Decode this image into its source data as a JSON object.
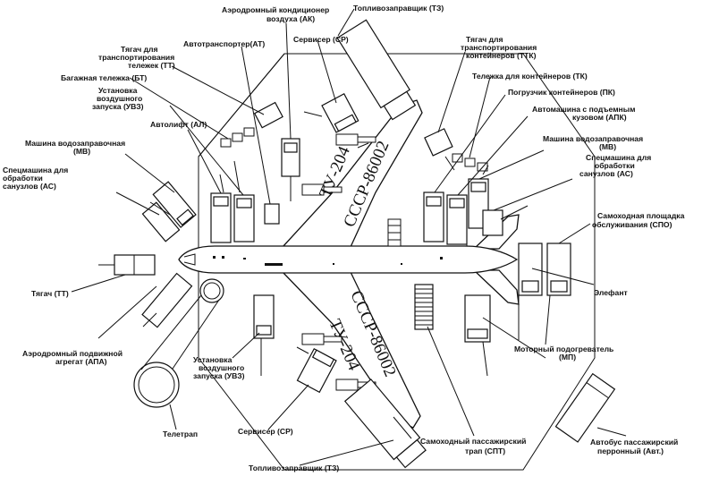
{
  "aircraft": {
    "registration_top": "СССР-86002",
    "registration_bottom": "СССР-86002",
    "model_top": "ТУ-204",
    "model_bottom": "ТУ-204"
  },
  "labels": {
    "tz_top_1": "Топливозаправщик (ТЗ)",
    "ak_1": "Аэродромный кондиционер",
    "ak_2": "воздуха (АК)",
    "sr_top": "Сервисер (СР)",
    "at": "Автотранспортер(АТ)",
    "tt_top_1": "Тягач для",
    "tt_top_2": "транспортирования",
    "tt_top_3": "тележек (ТТ)",
    "bt": "Багажная тележка (БТ)",
    "uvz_top_1": "Установка",
    "uvz_top_2": "воздушного",
    "uvz_top_3": "запуска (УВЗ)",
    "al": "Автолифт (АЛ)",
    "mv_left_1": "Машина водозаправочная",
    "mv_left_2": "(МВ)",
    "as_left_1": "Спецмашина для",
    "as_left_2": "обработки",
    "as_left_3": "санузлов (АС)",
    "ttk_1": "Тягач для",
    "ttk_2": "транспортирования",
    "ttk_3": "контейнеров (ТТК)",
    "tk": "Тележка для контейнеров (ТК)",
    "pk": "Погрузчик контейнеров (ПК)",
    "apk_1": "Автомашина с подъемным",
    "apk_2": "кузовом (АПК)",
    "mv_right_1": "Машина водозаправочная",
    "mv_right_2": "(МВ)",
    "as_right_1": "Спецмашина для",
    "as_right_2": "обработки",
    "as_right_3": "санузлов (АС)",
    "spo_1": "Самоходная площадка",
    "spo_2": "обслуживания (СПО)",
    "elefant": "Элефант",
    "tt_left": "Тягач (ТТ)",
    "apa_1": "Аэродромный подвижной",
    "apa_2": "агрегат (АПА)",
    "uvz_bottom_1": "Установка",
    "uvz_bottom_2": "воздушного",
    "uvz_bottom_3": "запуска (УВЗ)",
    "mp_1": "Моторный подогреватель",
    "mp_2": "(МП)",
    "teletrap": "Телетрап",
    "sr_bottom": "Сервисер (СР)",
    "spt_1": "Самоходный пассажирский",
    "spt_2": "трап (СПТ)",
    "avt_1": "Автобус пассажирский",
    "avt_2": "перронный (Авт.)",
    "tz_bottom": "Топливозаправщик (ТЗ)"
  }
}
